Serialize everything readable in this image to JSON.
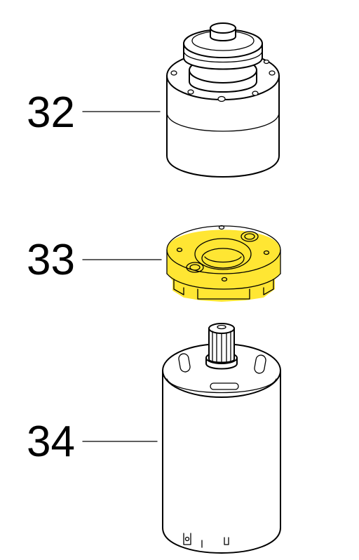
{
  "callouts": [
    {
      "number": "32"
    },
    {
      "number": "33"
    },
    {
      "number": "34"
    }
  ],
  "colors": {
    "highlight": "#FFE633",
    "line": "#000000",
    "background": "#FFFFFF"
  }
}
